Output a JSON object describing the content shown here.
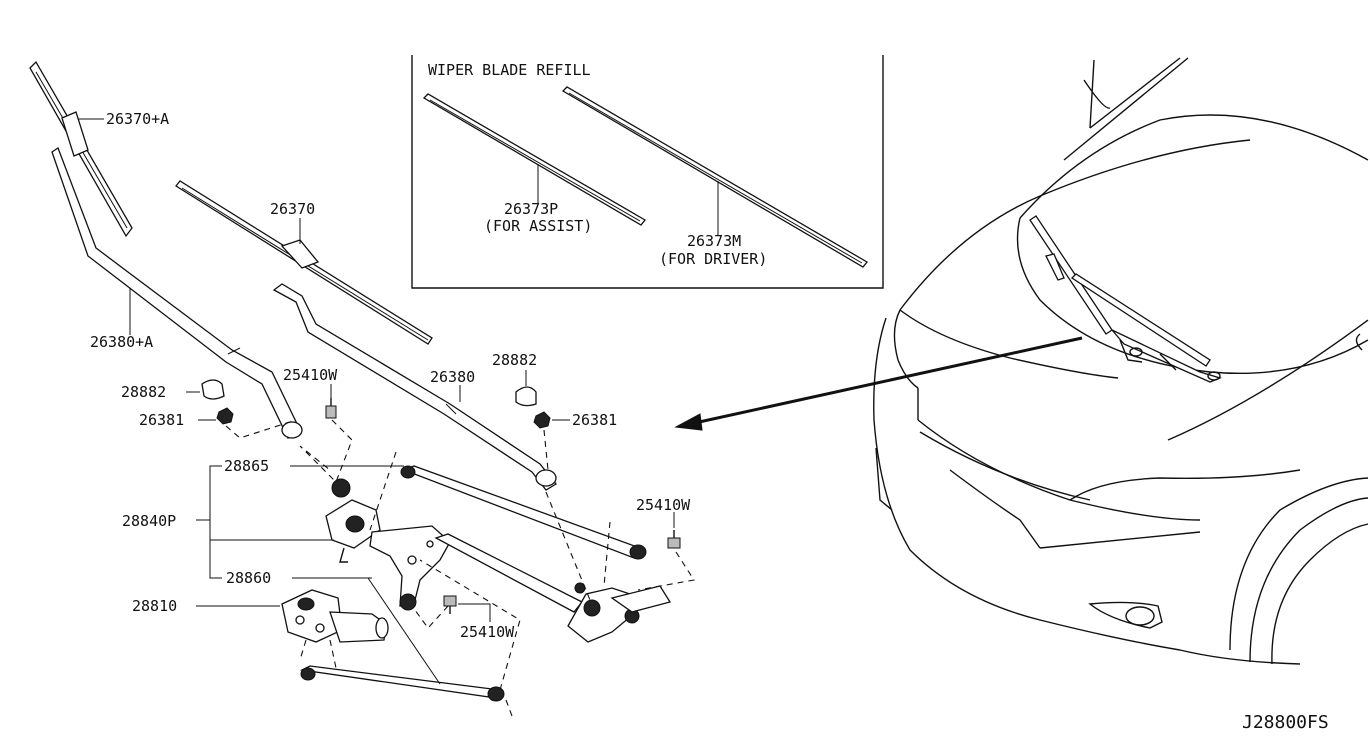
{
  "refill_box": {
    "title": "WIPER BLADE REFILL",
    "assist_part": "26373P",
    "assist_note": "(FOR ASSIST)",
    "driver_part": "26373M",
    "driver_note": "(FOR DRIVER)"
  },
  "labels": {
    "blade_assist": "26370+A",
    "blade_driver": "26370",
    "arm_assist": "26380+A",
    "arm_driver": "26380",
    "cap_left": "28882",
    "cap_right": "28882",
    "nut_left": "26381",
    "nut_right": "26381",
    "bolt_top": "25410W",
    "bolt_right": "25410W",
    "bolt_bottom": "25410W",
    "link_upper": "28865",
    "linkage_assembly": "28840P",
    "link_lower": "28860",
    "motor": "28810"
  },
  "diagram_id": "J28800FS"
}
